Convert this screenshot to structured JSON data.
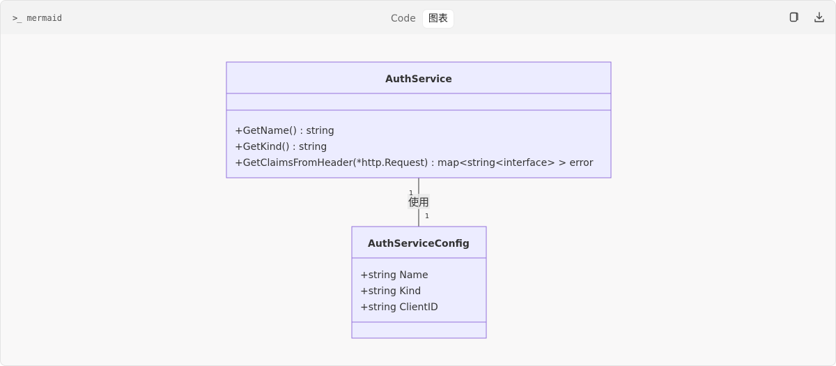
{
  "toolbar": {
    "language": "mermaid",
    "tabs": [
      {
        "label": "Code",
        "active": false
      },
      {
        "label": "图表",
        "active": true
      }
    ],
    "icons": [
      "terminal-icon",
      "copy-icon",
      "download-icon"
    ]
  },
  "diagram": {
    "type": "classDiagram",
    "colors": {
      "box_fill": "#ECECFF",
      "box_stroke": "#9370DB",
      "line": "#333333"
    },
    "classes": [
      {
        "name": "AuthService",
        "attributes": [],
        "methods": [
          "+GetName() : string",
          "+GetKind() : string",
          "+GetClaimsFromHeader(*http.Request) : map<string<interface> > error"
        ]
      },
      {
        "name": "AuthServiceConfig",
        "attributes": [
          "+string Name",
          "+string Kind",
          "+string ClientID"
        ],
        "methods": []
      }
    ],
    "relation": {
      "from": "AuthService",
      "to": "AuthServiceConfig",
      "label": "使用",
      "from_cardinality": "1",
      "to_cardinality": "1"
    }
  }
}
